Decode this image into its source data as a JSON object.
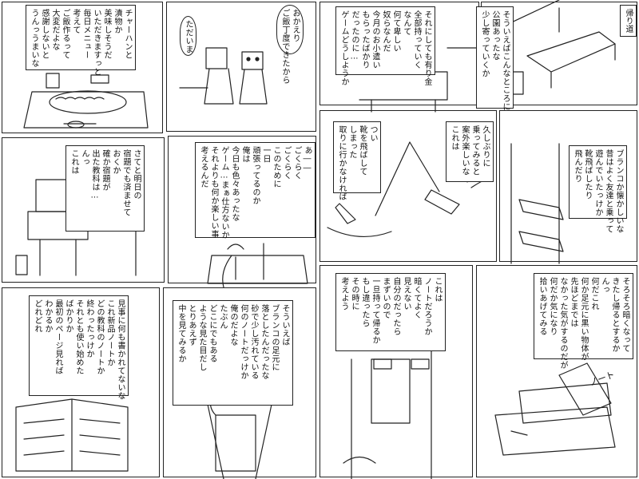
{
  "sign_label": "帰り道",
  "captions": {
    "c01": "そういえばこんなところに\n公園あったな\n少し寄っていくか",
    "c02": "それにしても有り金\n全部持っていく\nなんて\n何て卑しい\n奴らなんだ\n今月のお小遣い\nもらったばかり\nだったのに…\nゲームどうしようか",
    "c03": "おかえり\nご飯丁度できたから",
    "c04": "ただいま",
    "c05": "チャーハンと\n漬物か\n美味しそうだ\nいただきますっと\n毎日メニュー\n考えて\nご飯作るって\n大変だよな\n感謝しないと\nうんっうまいな",
    "c06": "さてと明日の\n宿題でも済ませて\nおくか\n確か宿題が\n出た教科は…\nんっ\nこれは",
    "c07": "あ――\nごくらく\nごくらく\nこのために\n一日\n頑張ってるのか\n俺は\n今日も色々あったな\nゲーム…まぁ仕方ないか\nそれよりも何か楽しい事\n考えるんだ",
    "c08": "久しぶりに\n乗ってみると\n案外楽しいな\nこれは",
    "c09": "つい\n靴を飛ばして\nしまった\n取りに行かなければ",
    "c10": "ブランコか懐かしいな\n昔はよく友達と乗って\n遊んでいたっけか\n靴飛ばしたり\n飛んだり",
    "c11": "見事に何も書かれてないな\nこれ新品ノートか\nどの教科のノートか\n終わったっけか\nそれとも使い始めた\nばかりか\n最初のページ見れば\nわかるか\nどれどれ",
    "c12": "そういえば\nブランコの足元に\n落としたんだったな\n砂で少し汚れている\n何のノートだっけか\n俺のだよな\nたぶん\nどこにでもある\nような見た目だし\nとりあえず\n中を見てみるか",
    "c13": "これは\nノートだろうか\n暗くてよく\n見えない\n自分のだったら\nまずいので\n一旦持って帰るか\nもし違ったら\nその時に\n考えよう",
    "c14": "そろそろ暗くなって\nきたし帰るとするか\nんっ\n何だこれ\n何か足元に黒い物体が\n先ほどまでは\nなかった気がするのだが\n何だか気になり\n拾いあげてみる"
  },
  "notebook_label": "ノート"
}
